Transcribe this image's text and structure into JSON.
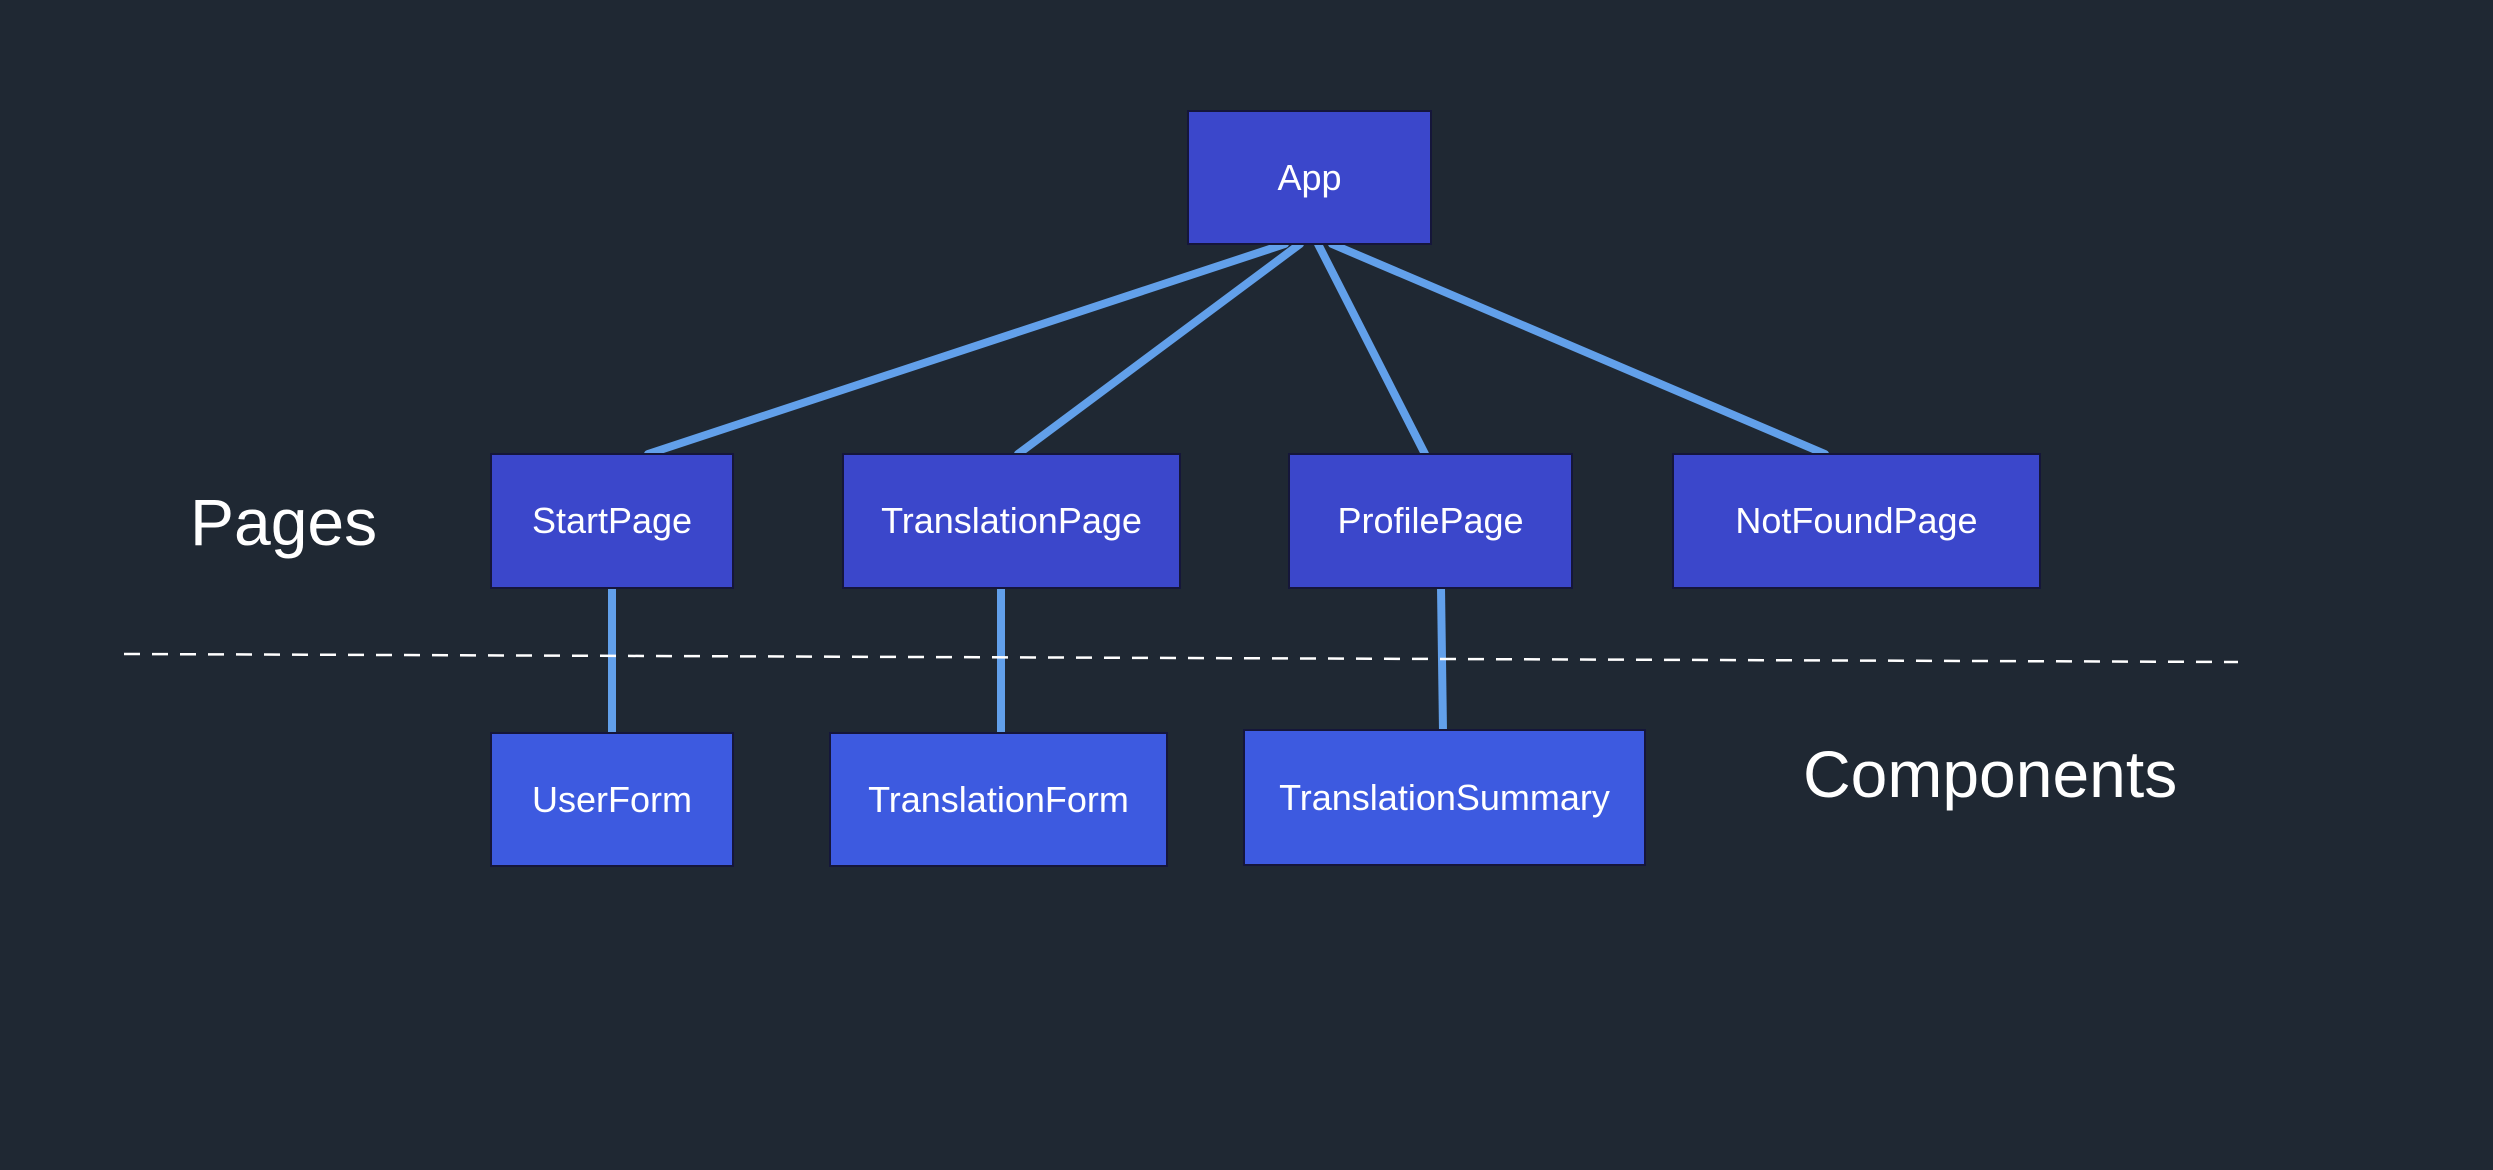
{
  "colors": {
    "background": "#1f2833",
    "page_node": "#3b47cb",
    "component_node": "#3d5ae0",
    "node_border": "#15163a",
    "connector": "#62a0ea",
    "divider": "#ffffff",
    "text": "#ffffff"
  },
  "sections": {
    "pages": "Pages",
    "components": "Components"
  },
  "nodes": {
    "app": "App",
    "start_page": "StartPage",
    "translation_page": "TranslationPage",
    "profile_page": "ProfilePage",
    "not_found_page": "NotFoundPage",
    "user_form": "UserForm",
    "translation_form": "TranslationForm",
    "translation_summary": "TranslationSummary"
  },
  "edges": [
    [
      "app",
      "start_page"
    ],
    [
      "app",
      "translation_page"
    ],
    [
      "app",
      "profile_page"
    ],
    [
      "app",
      "not_found_page"
    ],
    [
      "start_page",
      "user_form"
    ],
    [
      "translation_page",
      "translation_form"
    ],
    [
      "profile_page",
      "translation_summary"
    ]
  ]
}
